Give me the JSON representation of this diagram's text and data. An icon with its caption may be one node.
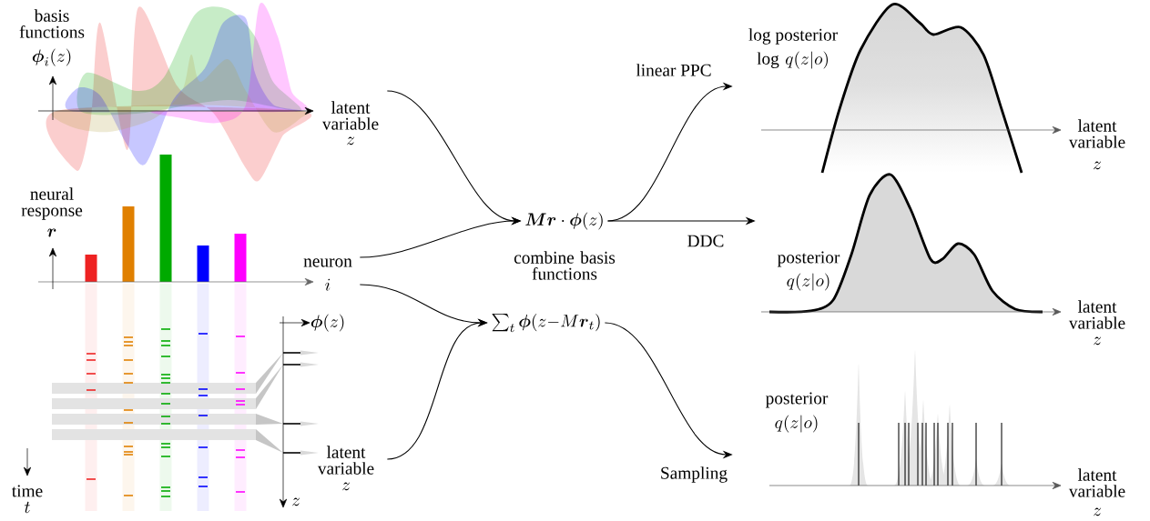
{
  "diagram": {
    "nodes": [
      {
        "text": [
          "basis functions",
          "\\boldsymbol{\\phi}_i(z)",
          "latent variable",
          "z"
        ]
      },
      {
        "text": [
          "neural response",
          "\\boldsymbol{r}",
          "neuron",
          "i"
        ]
      },
      {
        "text": [
          "time",
          "t"
        ]
      },
      {
        "text": [
          "\\boldsymbol{\\phi}(z)",
          "z",
          "latent variable",
          "z"
        ]
      },
      {
        "text": [
          "\\boldsymbol{M}\\boldsymbol{r}\\cdot\\boldsymbol{\\phi}(z)"
        ]
      },
      {
        "text": [
          "\\textstyle\\sum_t \\boldsymbol{\\phi}(z{-}M\\boldsymbol{r}_t)"
        ]
      },
      {
        "text": [
          "log posterior",
          "\\log\\, q(z|o)",
          "latent variable",
          "z"
        ]
      },
      {
        "text": [
          "posterior",
          "q(z|o)",
          "latent variable",
          "z"
        ]
      },
      {
        "text": [
          "posterior",
          "q(z|o)",
          "latent variable",
          "z"
        ]
      }
    ],
    "edges": [
      {
        "from": 0,
        "to": 4,
        "arrow": "to"
      },
      {
        "from": 1,
        "to": 4,
        "arrow": "to"
      },
      {
        "from": 1,
        "to": 5,
        "arrow": "to"
      },
      {
        "from": 3,
        "to": 5,
        "arrow": "to"
      },
      {
        "from": 4,
        "to": 6,
        "arrow": "to",
        "label": "linear PPC"
      },
      {
        "from": 4,
        "to": 7,
        "arrow": "to",
        "label": "DDC"
      },
      {
        "from": 5,
        "to": 8,
        "arrow": "to",
        "label": "Sampling"
      }
    ],
    "labels": [
      "combine basis functions"
    ]
  }
}
